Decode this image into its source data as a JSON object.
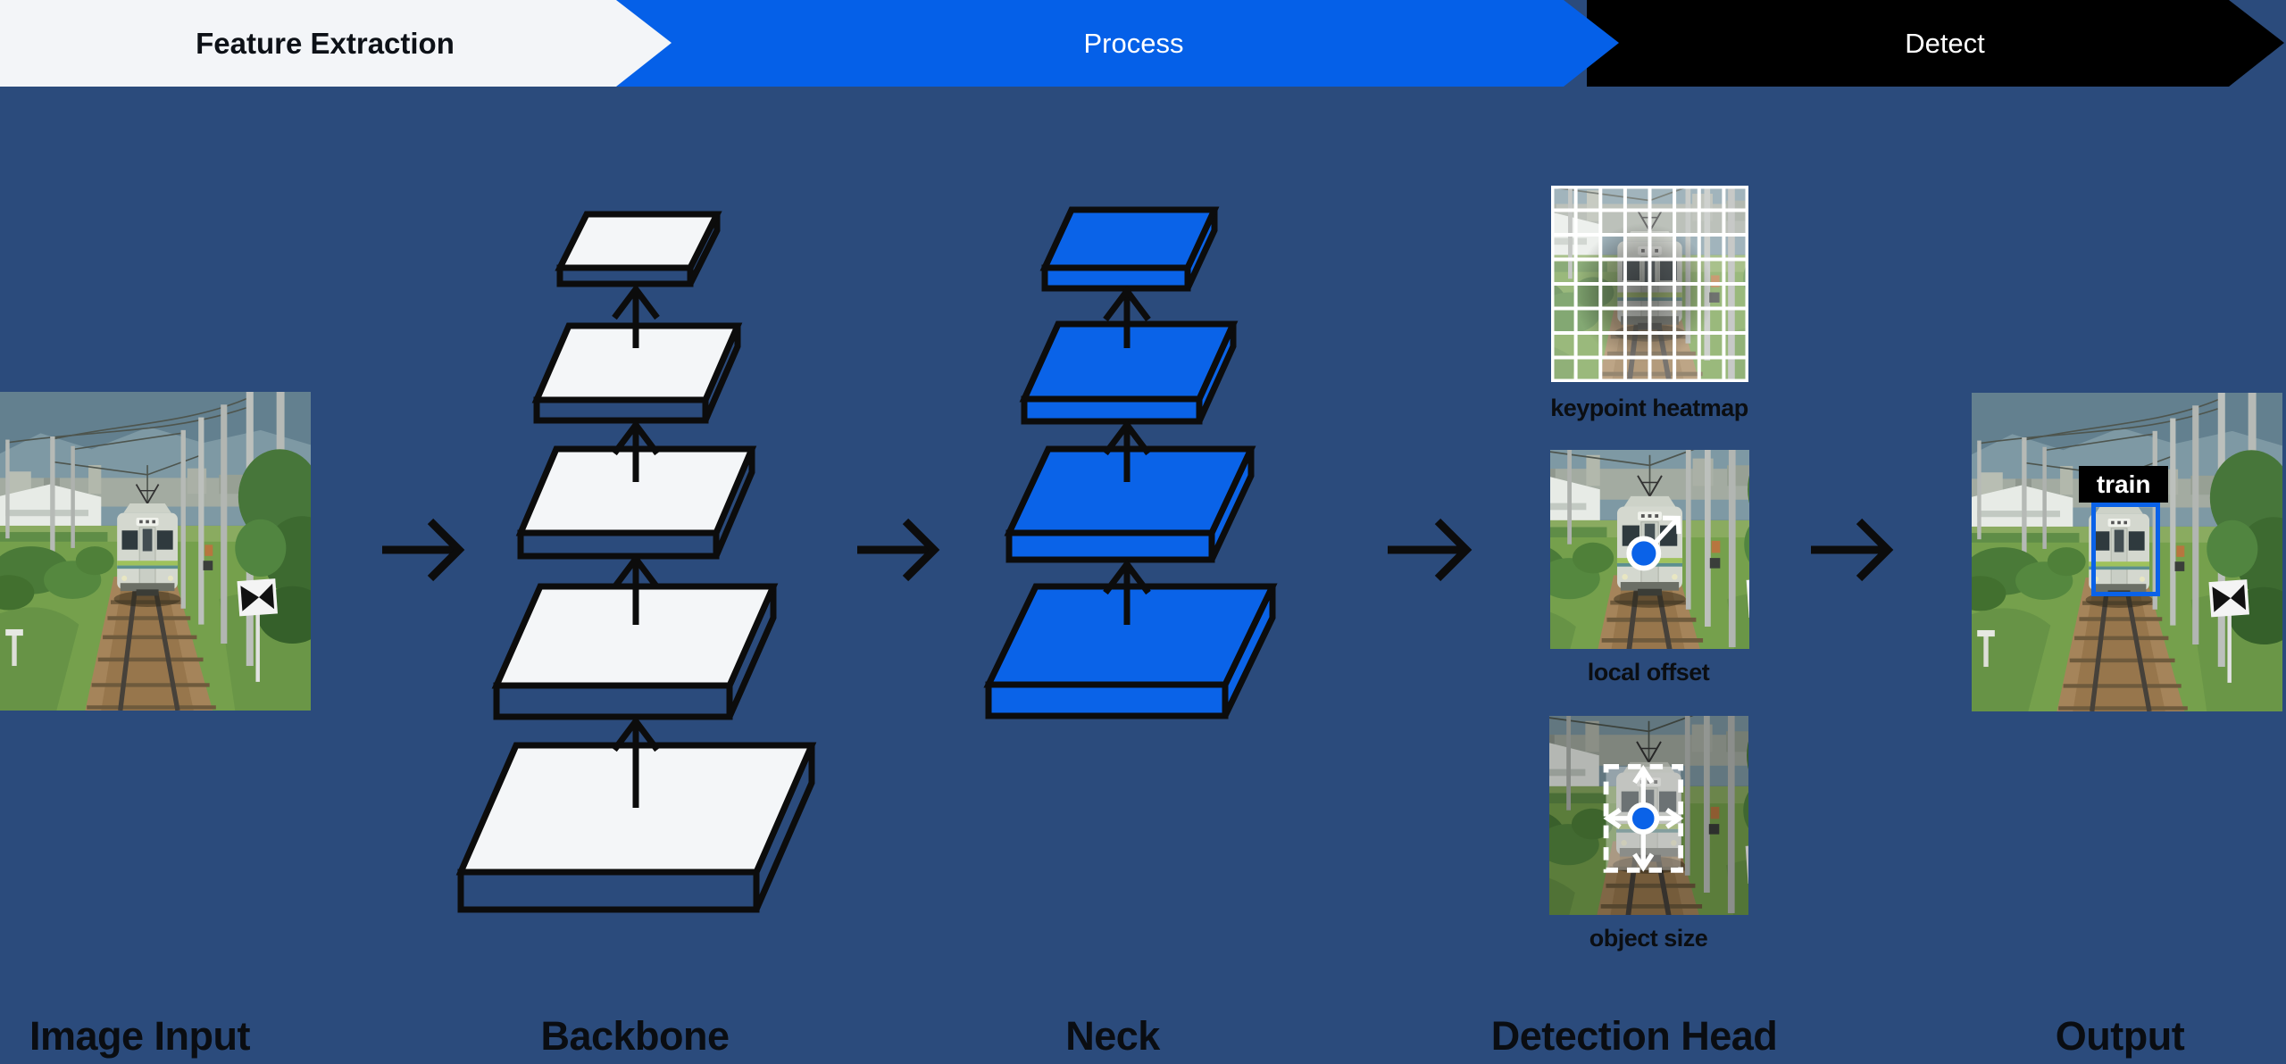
{
  "top_bar": {
    "stages": [
      {
        "label": "Feature Extraction"
      },
      {
        "label": "Process"
      },
      {
        "label": "Detect"
      }
    ]
  },
  "section_labels": {
    "input": "Image Input",
    "backbone": "Backbone",
    "neck": "Neck",
    "head": "Detection Head",
    "output": "Output"
  },
  "head_outputs": [
    {
      "caption": "keypoint heatmap"
    },
    {
      "caption": "local offset"
    },
    {
      "caption": "object size"
    }
  ],
  "detection": {
    "class_label": "train"
  },
  "architecture": {
    "backbone_layer_count": 5,
    "neck_layer_count": 4
  },
  "colors": {
    "background": "#2b4b7c",
    "stage_feature_bg": "#f3f5f8",
    "stage_process_bg": "#0560e8",
    "stage_detect_bg": "#000000",
    "slab_white": "#f4f6f8",
    "slab_blue": "#0a63e8",
    "detection_box_blue": "#0a62e8",
    "outline_black": "#0c0c0c"
  }
}
